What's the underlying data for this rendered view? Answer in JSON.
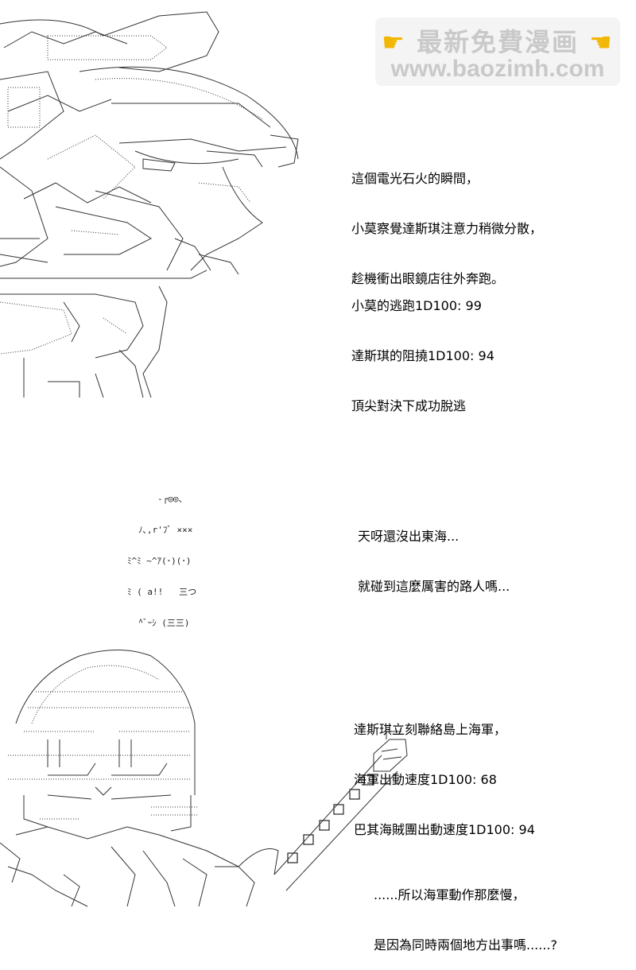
{
  "watermark": {
    "line1": "最新免費漫画",
    "line2": "www.baozimh.com",
    "left_icon": "pointing-hand-icon",
    "right_icon": "pointing-hand-icon"
  },
  "panel1": {
    "lines": [
      "這個電光石火的瞬間，",
      "小莫察覺達斯琪注意力稍微分散，",
      "趁機衝出眼鏡店往外奔跑。"
    ]
  },
  "panel2": {
    "lines": [
      "小莫的逃跑1D100: 99",
      "達斯琪的阻撓1D100: 94",
      "頂尖對決下成功脫逃"
    ]
  },
  "panel3": {
    "lines": [
      "天呀還沒出東海...",
      "就碰到這麼厲害的路人嗎..."
    ]
  },
  "panel4": {
    "lines": [
      "達斯琪立刻聯絡島上海軍，",
      "海軍出動速度1D100: 68",
      "巴其海賊團出動速度1D100: 94"
    ]
  },
  "panel5": {
    "lines": [
      "......所以海軍動作那麼慢，",
      "是因為同時兩個地方出事嗎......?"
    ]
  },
  "small_character": {
    "row1": "-┌◎◎、",
    "row2": "ﾉ､,r'ﾌﾞ ×××",
    "row3": "ﾐ^ﾐ ~^ｱ(･)(･)",
    "row4": "ﾐ ( a!!   三つ",
    "row5": "^ﾞｰｼ (三三)"
  }
}
